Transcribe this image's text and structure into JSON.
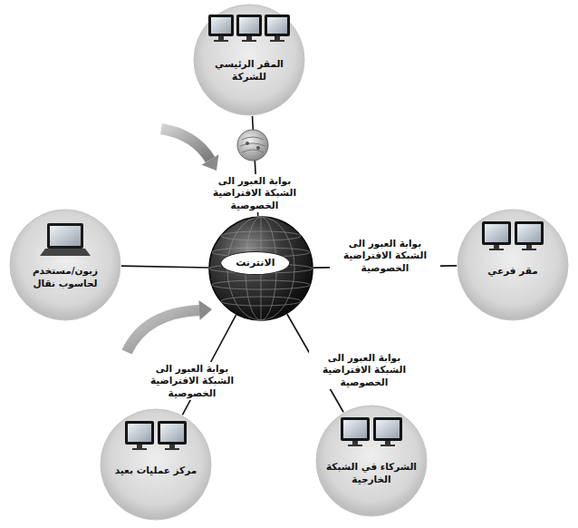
{
  "diagram": {
    "nodes": [
      {
        "text": [
          "المقر الرئيسي للشركة"
        ]
      },
      {
        "text": [
          "زبون/مستخدم لحاسوب نقال"
        ]
      },
      {
        "text": [
          "الانترنت"
        ]
      },
      {
        "text": [
          "مقر فرعي"
        ]
      },
      {
        "text": [
          "مركز عمليات بعيد"
        ]
      },
      {
        "text": [
          "الشركاء في الشبكة الخارجية"
        ]
      }
    ],
    "edges": [
      {
        "from": 2,
        "to": 0,
        "arrow": "none",
        "label": "بوابة العبور الى الشبكة الافتراضية الخصوصية"
      },
      {
        "from": 2,
        "to": 1,
        "arrow": "none"
      },
      {
        "from": 2,
        "to": 3,
        "arrow": "none",
        "label": "بوابة العبور الى الشبكة الافتراضية الخصوصية"
      },
      {
        "from": 2,
        "to": 4,
        "arrow": "none",
        "label": "بوابة العبور الى الشبكة الافتراضية الخصوصية"
      },
      {
        "from": 2,
        "to": 5,
        "arrow": "none",
        "label": "بوابة العبور الى الشبكة الافتراضية الخصوصية"
      }
    ]
  }
}
